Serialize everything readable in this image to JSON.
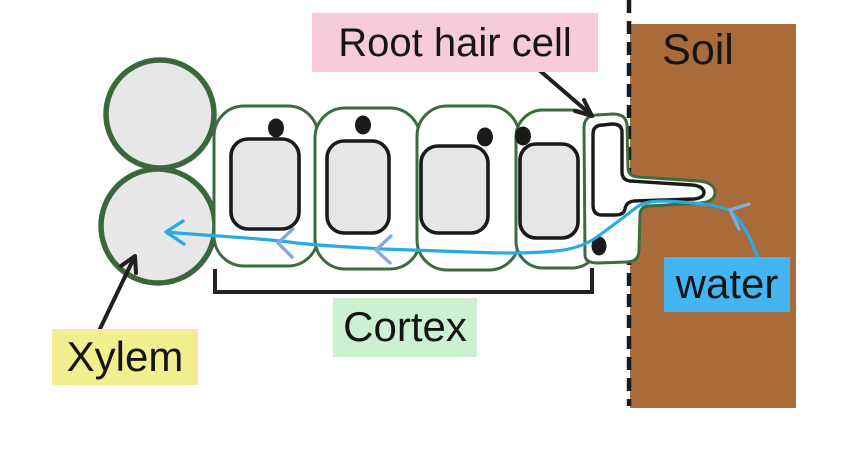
{
  "diagram": {
    "labels": {
      "root_hair_cell": "Root hair cell",
      "soil": "Soil",
      "water": "water",
      "cortex": "Cortex",
      "xylem": "Xylem"
    },
    "colors": {
      "soil_fill": "#a96b3a",
      "root_hair_label_bg": "#f7cbdc",
      "water_label_bg": "#45b5f2",
      "cortex_label_bg": "#cbf1d1",
      "xylem_label_bg": "#f1ee90",
      "cell_outline_green": "#3e6b40",
      "xylem_outline_green": "#3a673c",
      "vacuole_fill": "#e6e6e6",
      "membrane_black": "#1a1a1a",
      "water_flow_blue": "#29abe2",
      "flow_chevron_blue": "#85aade"
    },
    "structure": {
      "xylem_vessels": 2,
      "cortex_cells": 4,
      "root_hair_cells": 1
    }
  }
}
